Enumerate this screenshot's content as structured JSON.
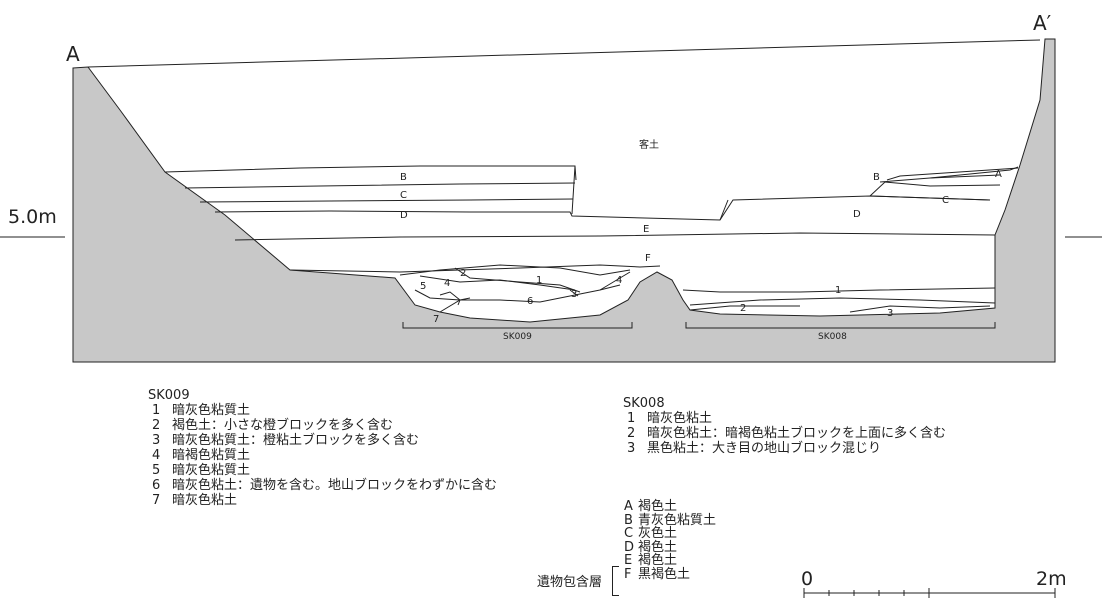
{
  "figure": {
    "point_left": "A",
    "point_right": "A′",
    "elevation": "5.0m",
    "fill_label": "客土",
    "layer_labels": {
      "A": "A",
      "B": "B",
      "C": "C",
      "D": "D",
      "E": "E",
      "F": "F"
    },
    "sk009_nums": [
      "1",
      "2",
      "3",
      "4",
      "5",
      "6",
      "7"
    ],
    "sk008_nums": [
      "1",
      "2",
      "3"
    ],
    "pit_labels": {
      "sk009": "SK009",
      "sk008": "SK008"
    }
  },
  "legend_sk009": {
    "title": "SK009",
    "items": [
      {
        "num": "1",
        "text": "暗灰色粘質土"
      },
      {
        "num": "2",
        "text": "褐色土：小さな橙ブロックを多く含む"
      },
      {
        "num": "3",
        "text": "暗灰色粘質土：橙粘土ブロックを多く含む"
      },
      {
        "num": "4",
        "text": "暗褐色粘質土"
      },
      {
        "num": "5",
        "text": "暗灰色粘質土"
      },
      {
        "num": "6",
        "text": "暗灰色粘土：遺物を含む。地山ブロックをわずかに含む"
      },
      {
        "num": "7",
        "text": "暗灰色粘土"
      }
    ]
  },
  "legend_sk008": {
    "title": "SK008",
    "items": [
      {
        "num": "1",
        "text": "暗灰色粘土"
      },
      {
        "num": "2",
        "text": "暗灰色粘土：暗褐色粘土ブロックを上面に多く含む"
      },
      {
        "num": "3",
        "text": "黒色粘土：大き目の地山ブロック混じり"
      }
    ]
  },
  "layers": {
    "items": [
      {
        "key": "A",
        "text": "褐色土"
      },
      {
        "key": "B",
        "text": "青灰色粘質土"
      },
      {
        "key": "C",
        "text": "灰色土"
      },
      {
        "key": "D",
        "text": "褐色土"
      },
      {
        "key": "E",
        "text": "褐色土"
      },
      {
        "key": "F",
        "text": "黒褐色土"
      }
    ],
    "bracket_label": "遺物包含層"
  },
  "scale": {
    "start": "0",
    "end": "2m"
  }
}
